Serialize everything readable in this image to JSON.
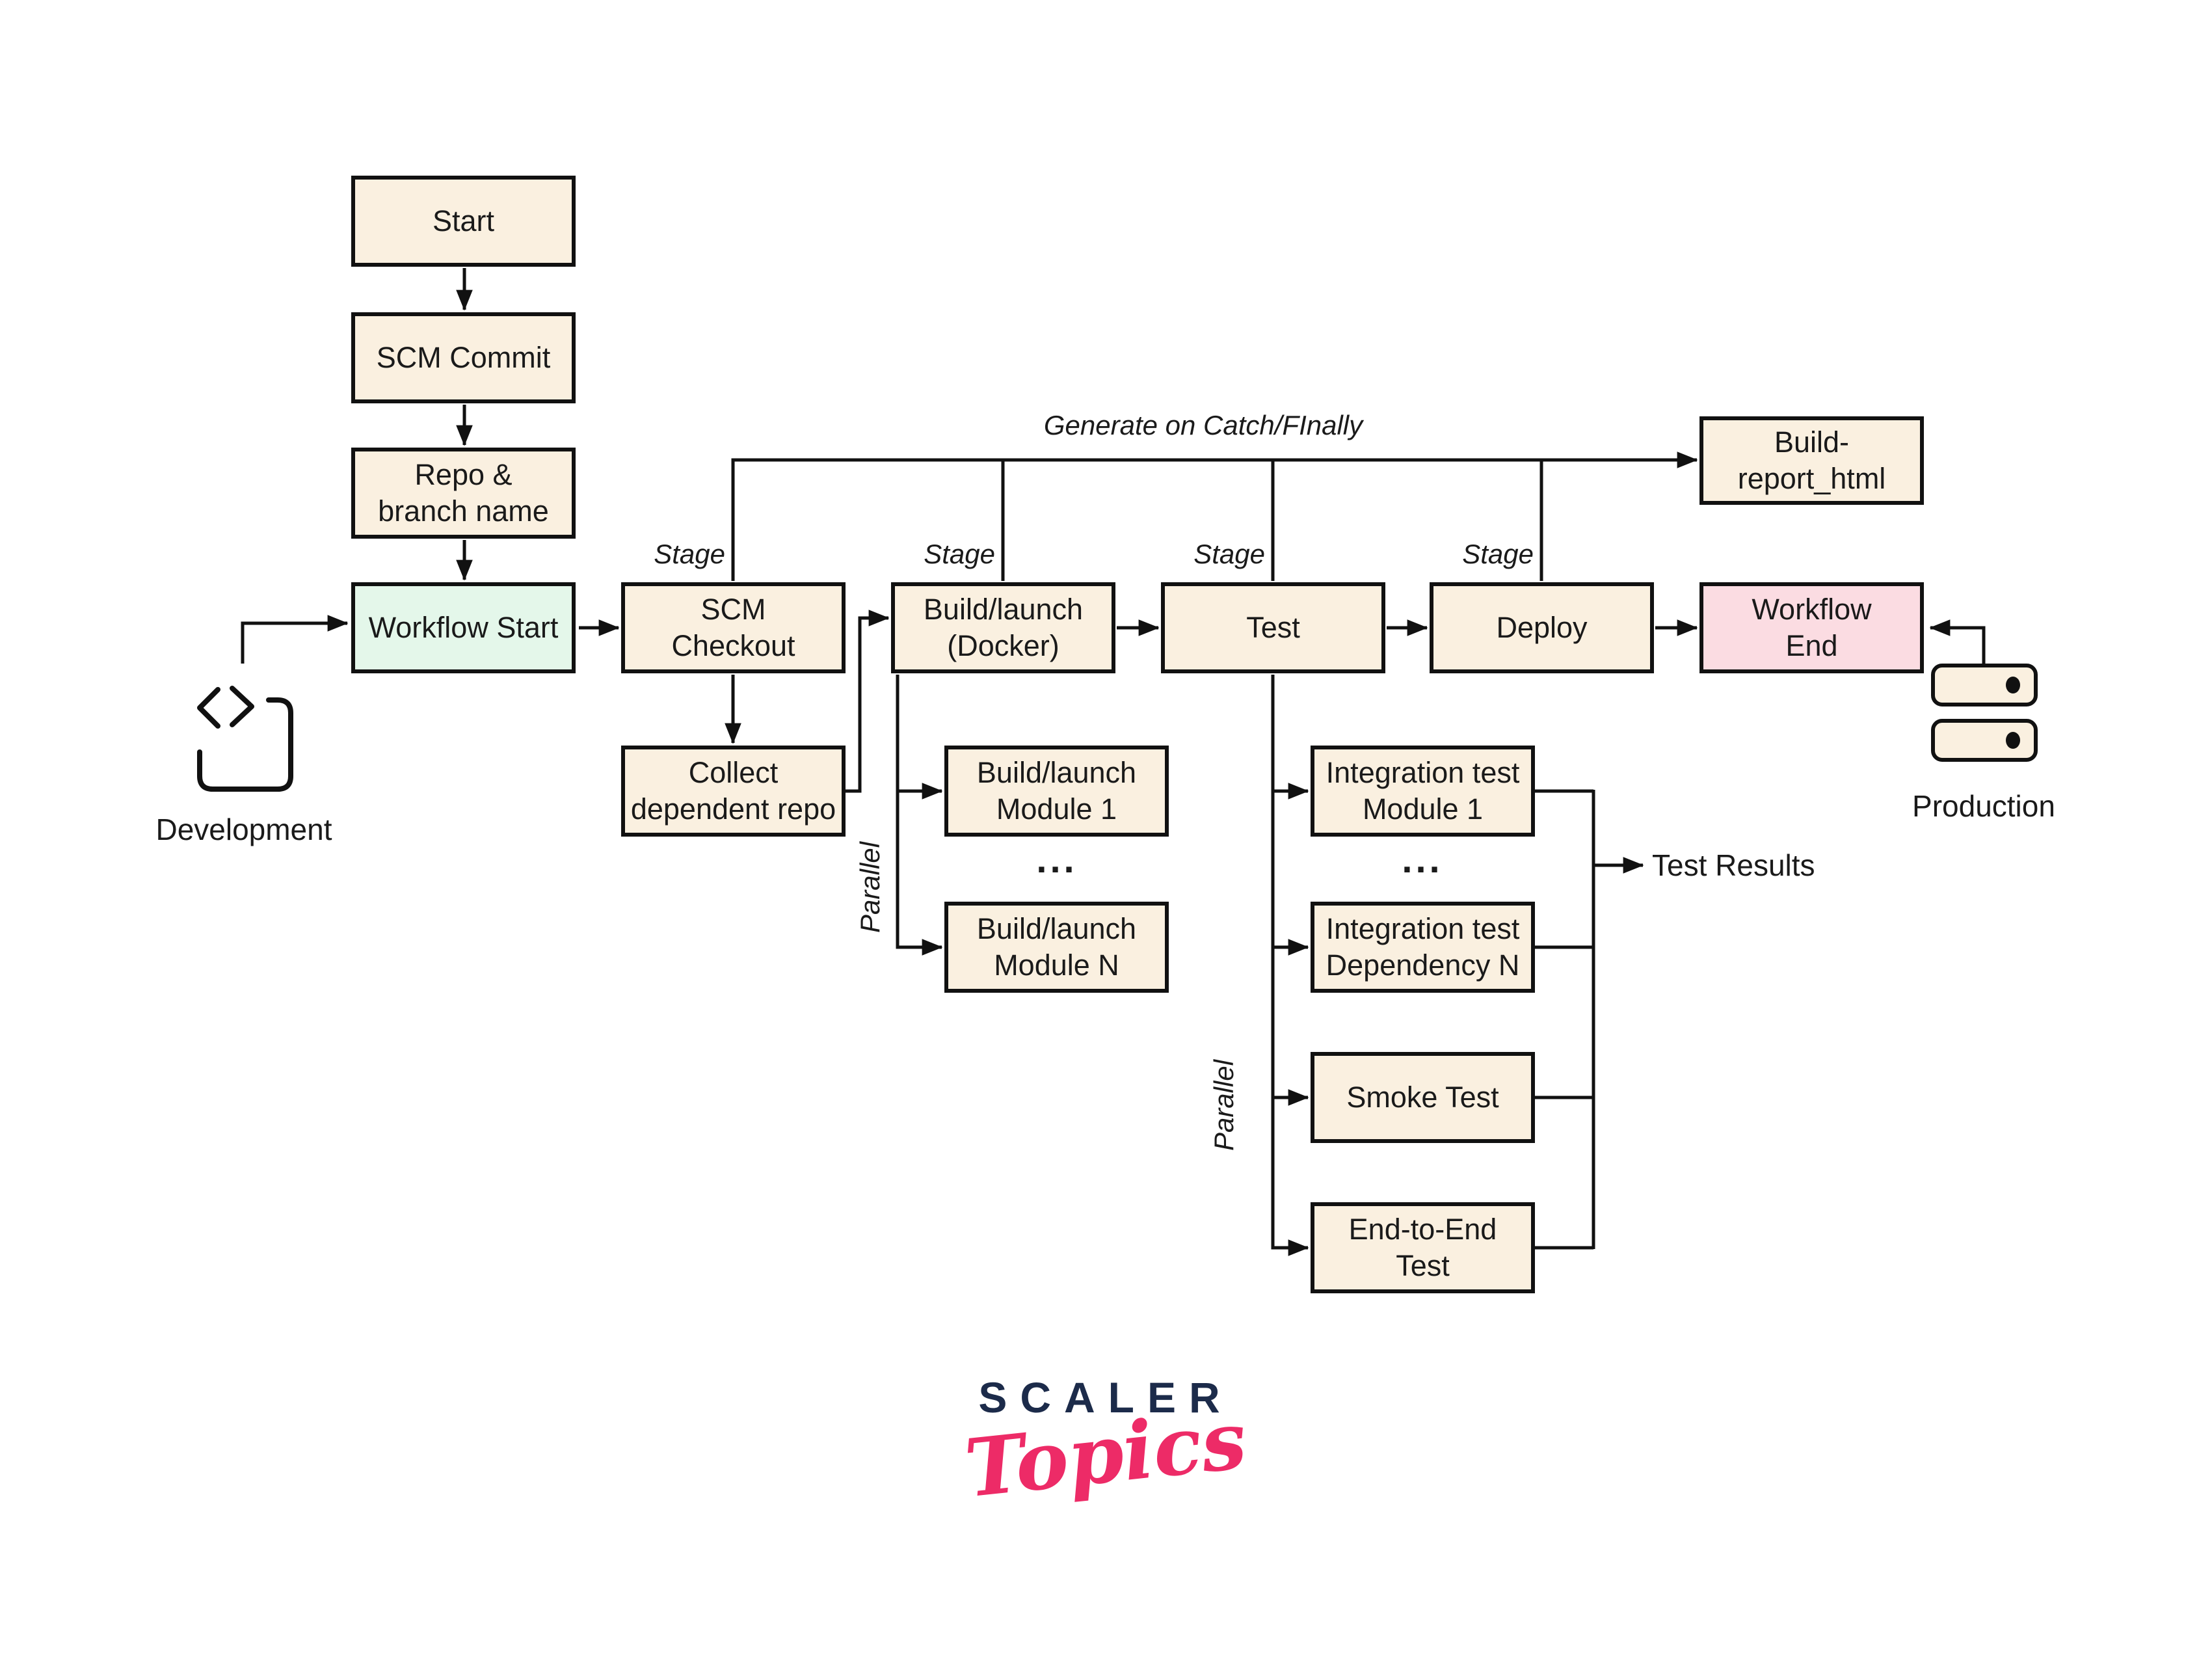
{
  "diagram": {
    "nodes": {
      "start": {
        "label": "Start"
      },
      "scm_commit": {
        "label": "SCM Commit"
      },
      "repo_branch": {
        "label": "Repo &\nbranch name"
      },
      "workflow_start": {
        "label": "Workflow Start"
      },
      "scm_checkout": {
        "label": "SCM\nCheckout"
      },
      "build_launch": {
        "label": "Build/launch\n(Docker)"
      },
      "test": {
        "label": "Test"
      },
      "deploy": {
        "label": "Deploy"
      },
      "workflow_end": {
        "label": "Workflow\nEnd"
      },
      "build_report": {
        "label": "Build-\nreport_html"
      },
      "collect_repo": {
        "label": "Collect\ndependent repo"
      },
      "bl_module_1": {
        "label": "Build/launch\nModule 1"
      },
      "bl_module_n": {
        "label": "Build/launch\nModule N"
      },
      "it_module_1": {
        "label": "Integration test\nModule 1"
      },
      "it_dependency_n": {
        "label": "Integration test\nDependency N"
      },
      "smoke_test": {
        "label": "Smoke Test"
      },
      "e2e_test": {
        "label": "End-to-End\nTest"
      }
    },
    "annotations": {
      "generate_on_catch": "Generate on Catch/FInally",
      "stage": "Stage",
      "parallel": "Parallel",
      "ellipsis": "...",
      "test_results": "Test Results",
      "development": "Development",
      "production": "Production"
    },
    "colors": {
      "box_fill": "#faf0e0",
      "start_fill": "#e4f7ea",
      "end_fill": "#fbdce2",
      "border": "#111111",
      "logo_navy": "#1c2b4a",
      "logo_pink": "#ed2b67"
    },
    "logo": {
      "primary": "SCALER",
      "secondary": "Topics"
    }
  }
}
